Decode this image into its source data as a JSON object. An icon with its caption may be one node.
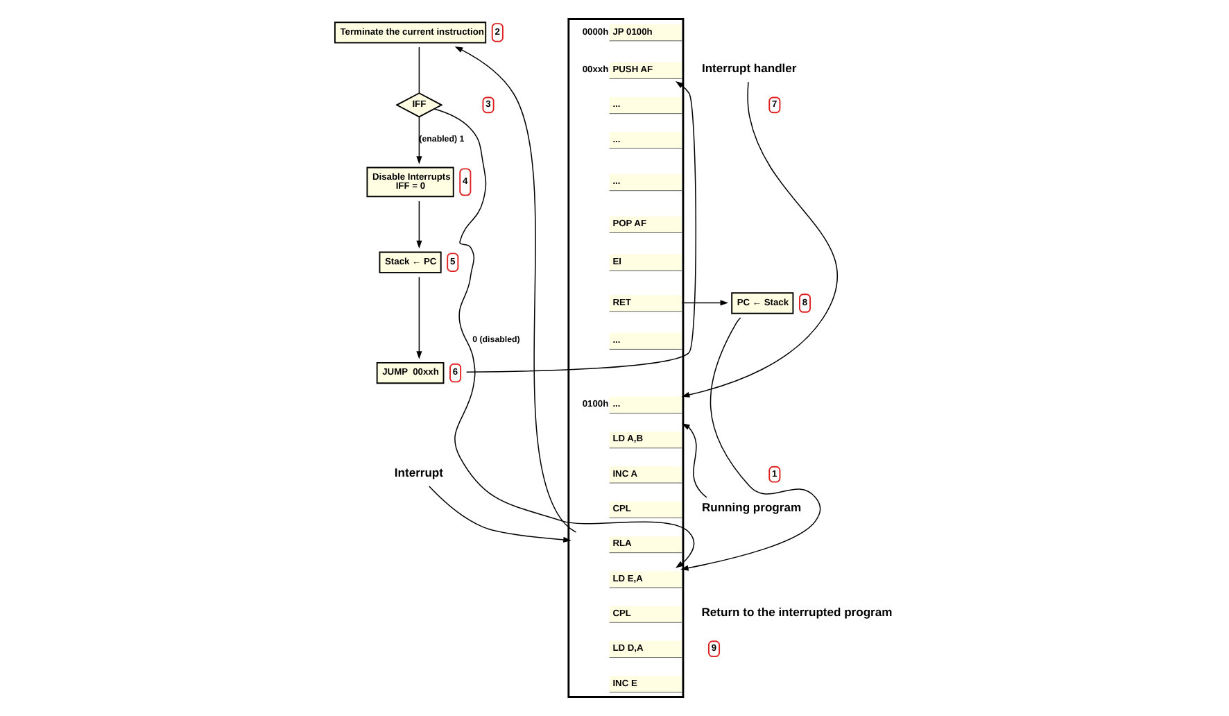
{
  "diagram": {
    "nodes": [
      {
        "text": [
          "Terminate the current instruction"
        ],
        "beside": [
          "2"
        ]
      },
      {
        "text": [
          "IFF"
        ]
      },
      {
        "text": [
          "Disable Interrupts",
          "IFF = 0"
        ],
        "beside": [
          "4"
        ]
      },
      {
        "text": [
          "Stack ← PC"
        ],
        "beside": [
          "5"
        ]
      },
      {
        "text": [
          "JUMP  00xxh"
        ],
        "beside": [
          "6"
        ]
      },
      {
        "text": [],
        "shape": "bar"
      },
      {
        "text": [
          "JP 0100h"
        ],
        "in": 5,
        "beside": [
          "0000h"
        ]
      },
      {
        "text": [
          "PUSH AF"
        ],
        "in": 5,
        "beside": [
          "00xxh"
        ]
      },
      {
        "text": [
          "..."
        ],
        "in": 5
      },
      {
        "text": [
          "..."
        ],
        "in": 5
      },
      {
        "text": [
          "..."
        ],
        "in": 5
      },
      {
        "text": [
          "POP AF"
        ],
        "in": 5
      },
      {
        "text": [
          "EI"
        ],
        "in": 5
      },
      {
        "text": [
          "RET"
        ],
        "in": 5
      },
      {
        "text": [
          "..."
        ],
        "in": 5
      },
      {
        "text": [
          "..."
        ],
        "in": 5,
        "beside": [
          "0100h"
        ]
      },
      {
        "text": [
          "LD A,B"
        ],
        "in": 5
      },
      {
        "text": [
          "INC A"
        ],
        "in": 5
      },
      {
        "text": [
          "CPL"
        ],
        "in": 5
      },
      {
        "text": [
          "RLA"
        ],
        "in": 5
      },
      {
        "text": [
          "LD E,A"
        ],
        "in": 5
      },
      {
        "text": [
          "CPL"
        ],
        "in": 5
      },
      {
        "text": [
          "LD D,A"
        ],
        "in": 5
      },
      {
        "text": [
          "INC E"
        ],
        "in": 5
      },
      {
        "text": [
          "PC ← Stack"
        ],
        "beside": [
          "8"
        ]
      },
      {
        "text": [
          "Interrupt"
        ]
      },
      {
        "text": [
          "Interrupt handler"
        ]
      },
      {
        "text": [
          "Running program"
        ]
      }
    ],
    "edges": [
      {
        "from": 0,
        "to": 1,
        "arrow": "none"
      },
      {
        "from": 1,
        "to": 2,
        "arrow": "to",
        "label": "(enabled) 1"
      },
      {
        "from": 2,
        "to": 3,
        "arrow": "to"
      },
      {
        "from": 3,
        "to": 4,
        "arrow": "to"
      },
      {
        "from": 4,
        "to": 7,
        "arrow": "to"
      },
      {
        "from": 1,
        "to": 20,
        "arrow": "to",
        "label": "0 (disabled)"
      },
      {
        "from": 25,
        "to": 19,
        "arrow": "to"
      },
      {
        "from": 19,
        "to": 0,
        "arrow": "to"
      },
      {
        "from": 13,
        "to": 24,
        "arrow": "to"
      },
      {
        "from": 24,
        "to": 20,
        "arrow": "to"
      },
      {
        "from": 26,
        "to": 5,
        "arrow": "to"
      },
      {
        "from": 27,
        "to": 5,
        "arrow": "to"
      }
    ],
    "labels": [
      "3",
      "1",
      "7",
      "Return to the interrupted program",
      "9"
    ]
  }
}
